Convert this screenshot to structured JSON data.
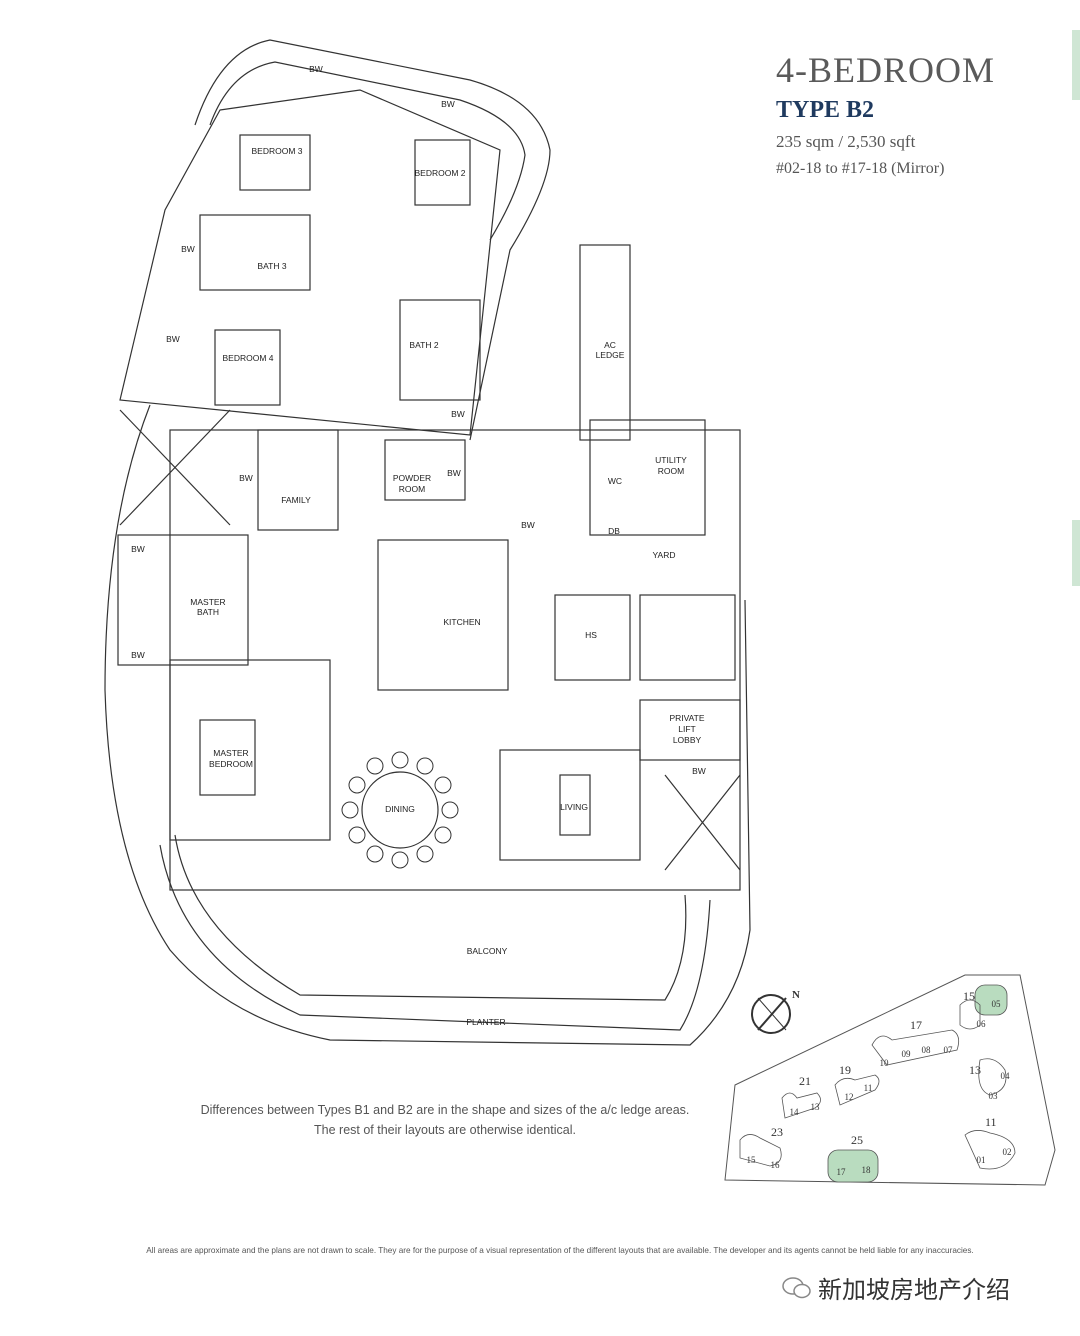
{
  "header": {
    "title": "4-BEDROOM",
    "type": "TYPE B2",
    "area": "235 sqm / 2,530 sqft",
    "units": "#02-18 to #17-18 (Mirror)"
  },
  "rooms": {
    "bedroom3": "BEDROOM 3",
    "bedroom2": "BEDROOM 2",
    "bedroom4": "BEDROOM 4",
    "bath3": "BATH 3",
    "bath2": "BATH 2",
    "ac_ledge_1": "AC",
    "ac_ledge_2": "LEDGE",
    "powder_1": "POWDER",
    "powder_2": "ROOM",
    "utility_1": "UTILITY",
    "utility_2": "ROOM",
    "wc": "WC",
    "db": "DB",
    "yard": "YARD",
    "family": "FAMILY",
    "master_bath_1": "MASTER",
    "master_bath_2": "BATH",
    "kitchen": "KITCHEN",
    "hs": "HS",
    "private_lift_1": "PRIVATE",
    "private_lift_2": "LIFT",
    "private_lift_3": "LOBBY",
    "master_bed_1": "MASTER",
    "master_bed_2": "BEDROOM",
    "dining": "DINING",
    "living": "LIVING",
    "balcony": "BALCONY",
    "planter": "PLANTER",
    "bw": "BW"
  },
  "site_plan": {
    "north": "N",
    "blocks": [
      "15",
      "17",
      "19",
      "21",
      "13",
      "11",
      "23",
      "25"
    ],
    "units": [
      "05",
      "06",
      "10",
      "09",
      "08",
      "07",
      "12",
      "11",
      "14",
      "13",
      "04",
      "03",
      "01",
      "02",
      "15",
      "16",
      "17",
      "18"
    ],
    "highlight_color": "#b9dcbf"
  },
  "note_line1": "Differences between Types B1 and B2 are in the shape and sizes of the a/c ledge areas.",
  "note_line2": "The rest of their layouts are otherwise identical.",
  "disclaimer": "All areas are approximate and the plans are not drawn to scale. They are for the purpose of a visual representation of the different layouts that are available. The developer and its agents cannot be held liable for any inaccuracies.",
  "watermark": "新加坡房地产介绍",
  "colors": {
    "accent": "#cfe6d4",
    "type_title": "#1f3a5f",
    "line": "#333333"
  }
}
